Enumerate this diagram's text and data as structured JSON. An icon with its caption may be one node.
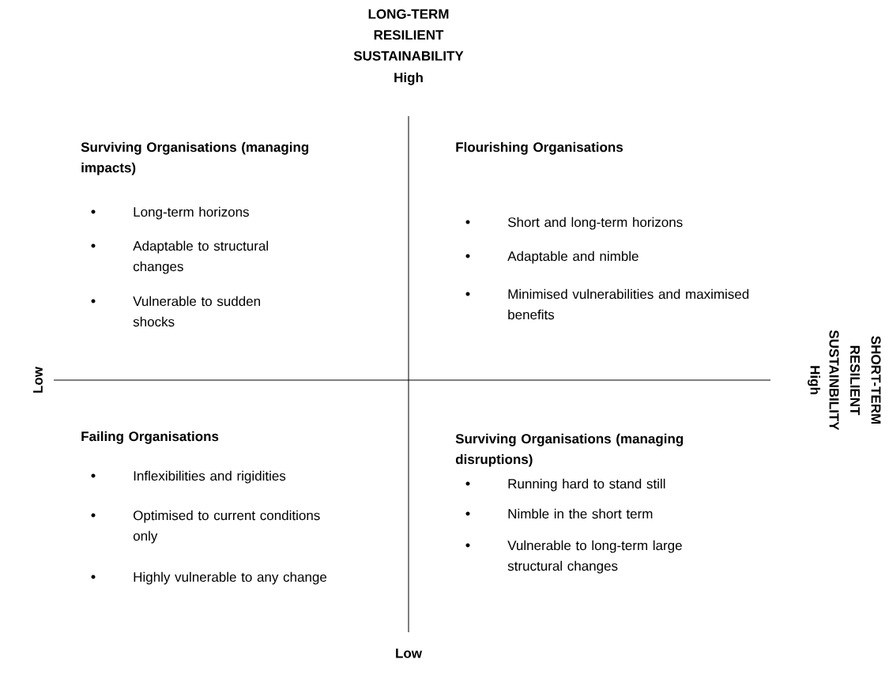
{
  "diagram": {
    "labels": [
      "LONG-TERM RESILIENT SUSTAINABILITY",
      "High",
      "Surviving Organisations (managing impacts)",
      "Long-term horizons",
      "Adaptable to structural changes",
      "Vulnerable to sudden shocks",
      "Flourishing Organisations",
      "Short and long-term horizons",
      "Adaptable and nimble",
      "Minimised vulnerabilities and maximised benefits",
      "Low",
      "SHORT-TERM RESILIENT SUSTAINBILITY",
      "High",
      "Failing Organisations",
      "Inflexibilities and rigidities",
      "Optimised to current conditions only",
      "Highly vulnerable to any change",
      "Surviving Organisations (managing disruptions)",
      "Running hard to stand still",
      "Nimble in the short term",
      "Vulnerable to long-term large structural changes",
      "Low"
    ]
  }
}
